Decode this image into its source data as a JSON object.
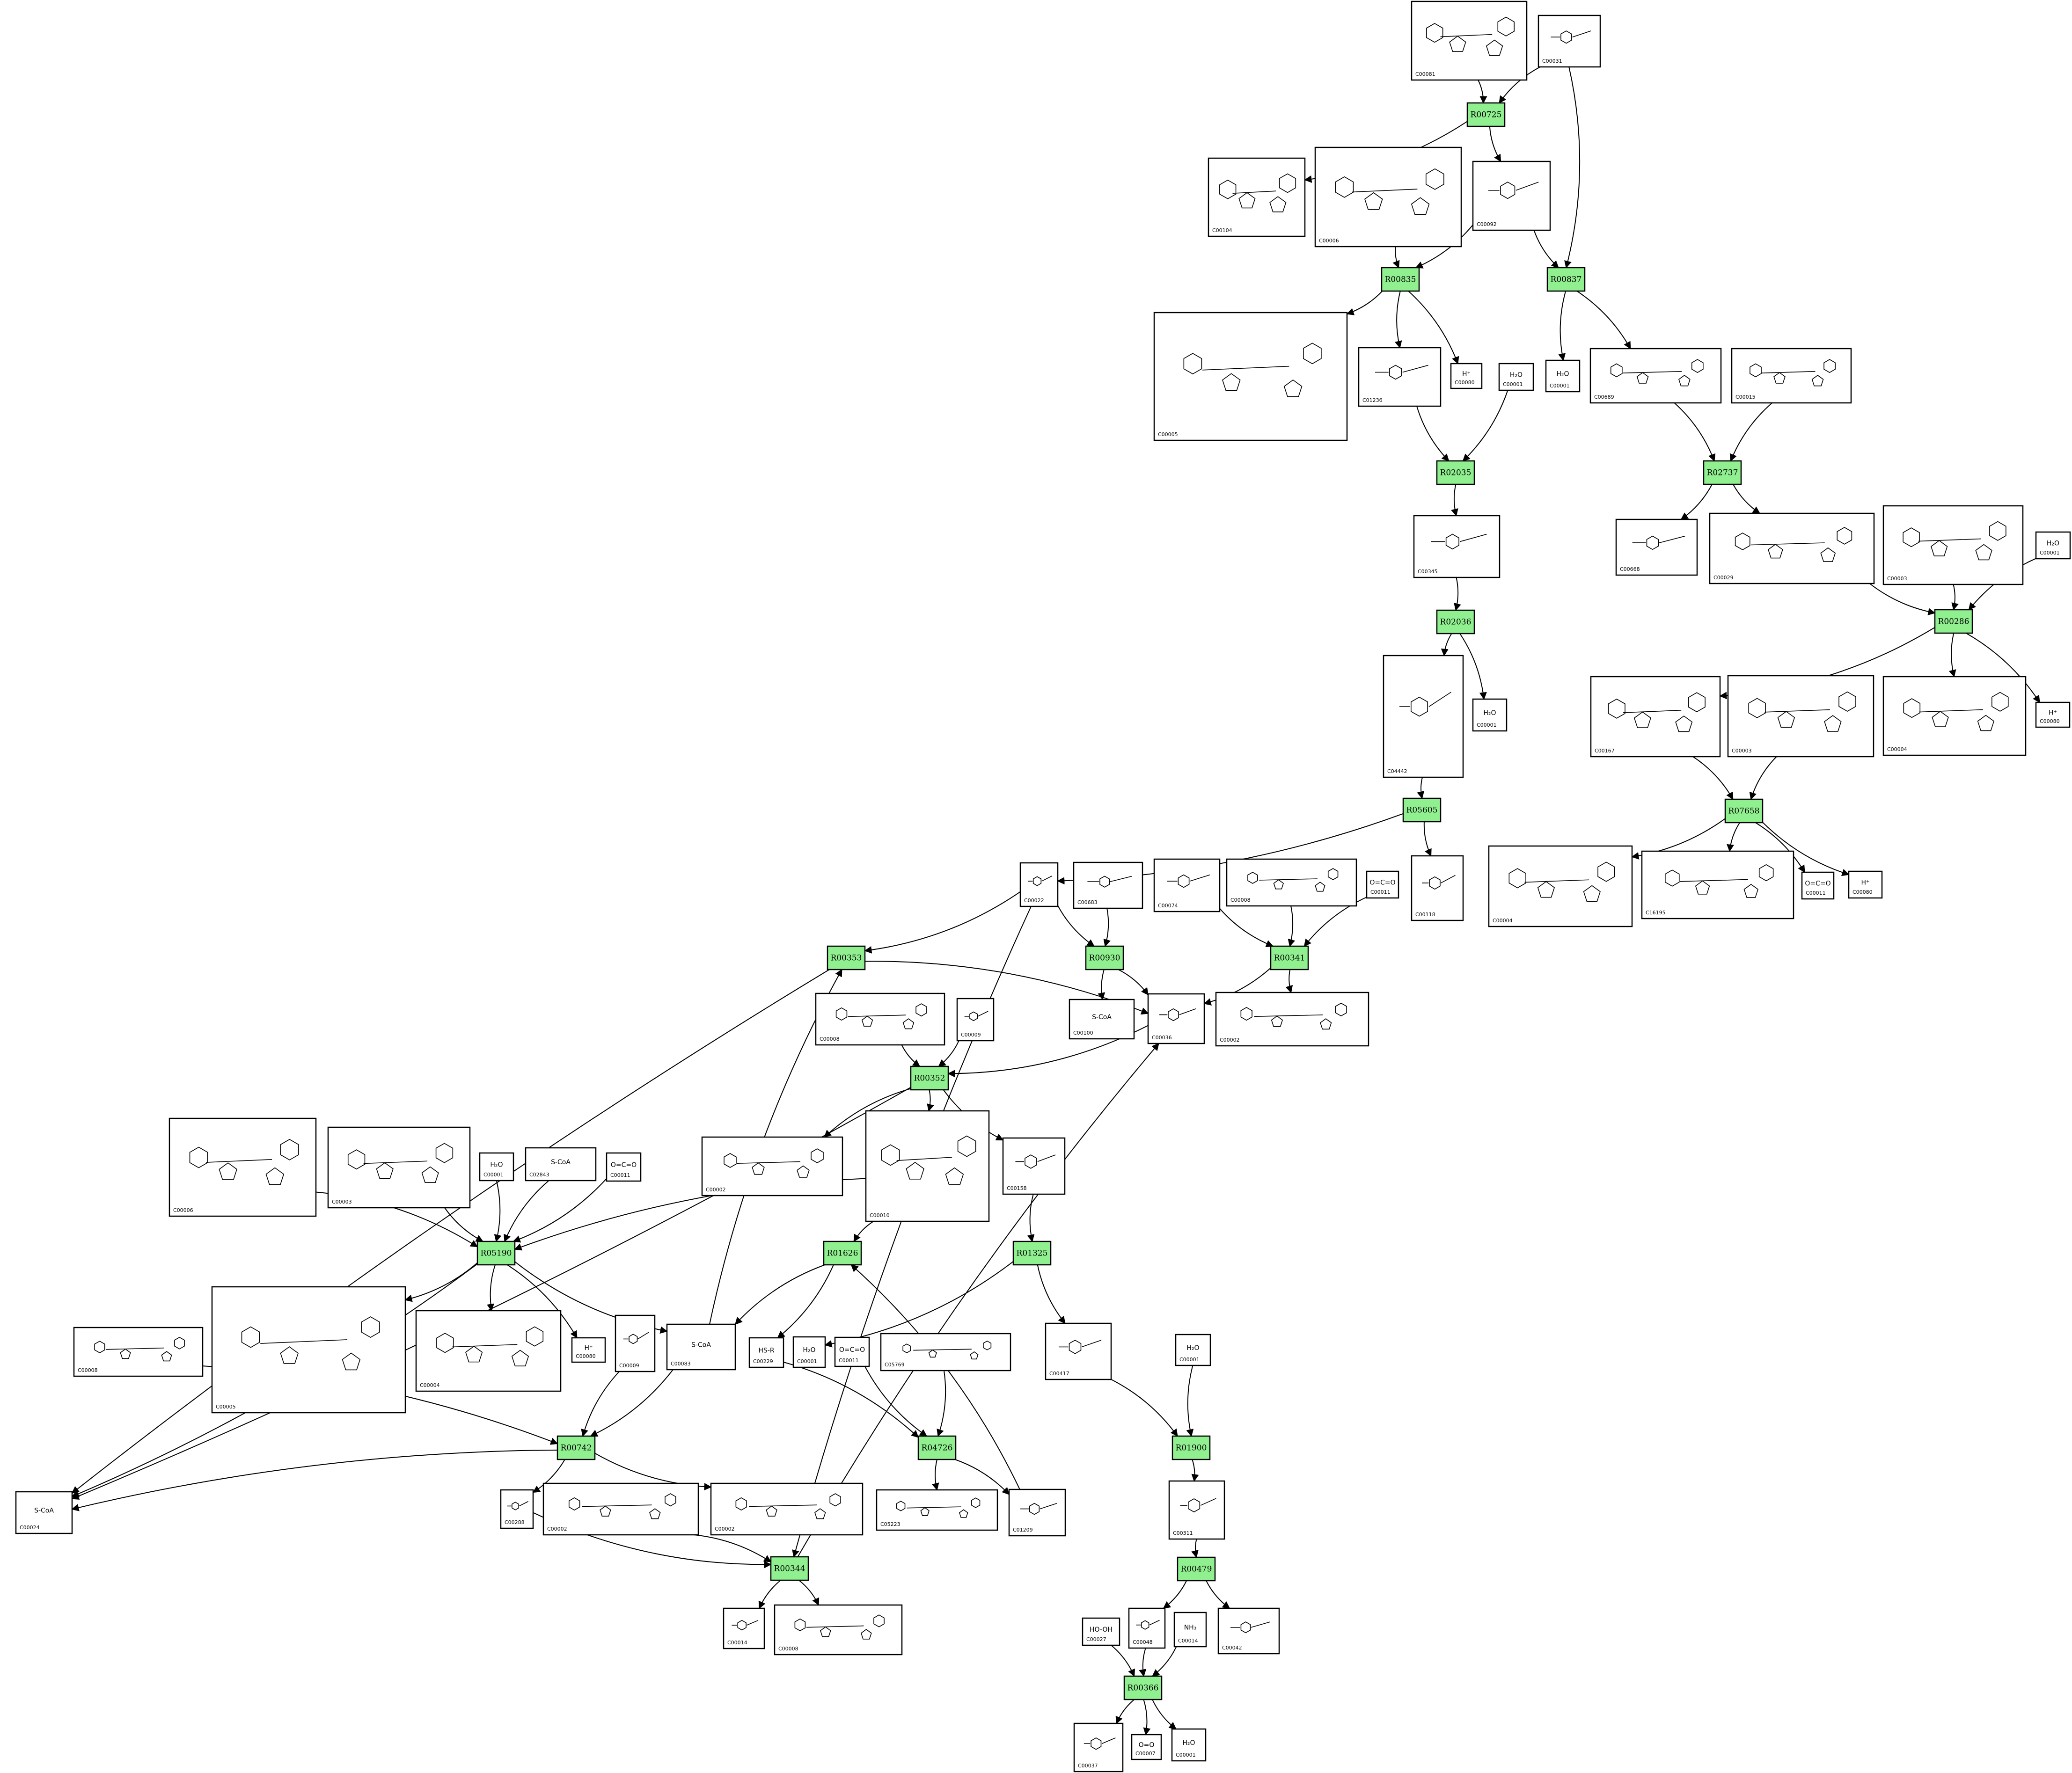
{
  "reactions": [
    {
      "id": "r1",
      "label": "R00725"
    },
    {
      "id": "r2",
      "label": "R00835"
    },
    {
      "id": "r3",
      "label": "R00837"
    },
    {
      "id": "r4",
      "label": "R02035"
    },
    {
      "id": "r5",
      "label": "R02737"
    },
    {
      "id": "r6",
      "label": "R02036"
    },
    {
      "id": "r7",
      "label": "R00286"
    },
    {
      "id": "r8",
      "label": "R05605"
    },
    {
      "id": "r9",
      "label": "R07658"
    },
    {
      "id": "r10",
      "label": "R00353"
    },
    {
      "id": "r11",
      "label": "R00930"
    },
    {
      "id": "r12",
      "label": "R00341"
    },
    {
      "id": "r13",
      "label": "R00352"
    },
    {
      "id": "r14",
      "label": "R05190"
    },
    {
      "id": "r15",
      "label": "R01626"
    },
    {
      "id": "r16",
      "label": "R01325"
    },
    {
      "id": "r17",
      "label": "R00742"
    },
    {
      "id": "r18",
      "label": "R04726"
    },
    {
      "id": "r19",
      "label": "R01900"
    },
    {
      "id": "r20",
      "label": "R00344"
    },
    {
      "id": "r21",
      "label": "R00479"
    },
    {
      "id": "r22",
      "label": "R00366"
    }
  ],
  "compounds": [
    {
      "id": "c1",
      "code": "C00081",
      "formula": ""
    },
    {
      "id": "c2",
      "code": "C00031",
      "formula": ""
    },
    {
      "id": "c3",
      "code": "C00104",
      "formula": ""
    },
    {
      "id": "c4",
      "code": "C00006",
      "formula": ""
    },
    {
      "id": "c5",
      "code": "C00092",
      "formula": ""
    },
    {
      "id": "c6",
      "code": "C00005",
      "formula": ""
    },
    {
      "id": "c7",
      "code": "C01236",
      "formula": ""
    },
    {
      "id": "c8",
      "code": "C00080",
      "formula": "H⁺"
    },
    {
      "id": "c9",
      "code": "C00001",
      "formula": "H₂O"
    },
    {
      "id": "c10",
      "code": "C00001",
      "formula": "H₂O"
    },
    {
      "id": "c11",
      "code": "C00689",
      "formula": ""
    },
    {
      "id": "c12",
      "code": "C00015",
      "formula": ""
    },
    {
      "id": "c13",
      "code": "C00345",
      "formula": ""
    },
    {
      "id": "c14",
      "code": "C00668",
      "formula": ""
    },
    {
      "id": "c15",
      "code": "C00029",
      "formula": ""
    },
    {
      "id": "c16",
      "code": "C00003",
      "formula": ""
    },
    {
      "id": "c17",
      "code": "C00001",
      "formula": "H₂O"
    },
    {
      "id": "c18",
      "code": "C04442",
      "formula": ""
    },
    {
      "id": "c19",
      "code": "C00001",
      "formula": "H₂O"
    },
    {
      "id": "c20",
      "code": "C00167",
      "formula": ""
    },
    {
      "id": "c21",
      "code": "C00003",
      "formula": ""
    },
    {
      "id": "c22",
      "code": "C00004",
      "formula": ""
    },
    {
      "id": "c23",
      "code": "C00080",
      "formula": "H⁺"
    },
    {
      "id": "c24",
      "code": "C00022",
      "formula": ""
    },
    {
      "id": "c25",
      "code": "C00683",
      "formula": ""
    },
    {
      "id": "c26",
      "code": "C00074",
      "formula": ""
    },
    {
      "id": "c27",
      "code": "C00008",
      "formula": ""
    },
    {
      "id": "c28",
      "code": "C00011",
      "formula": "O=C=O"
    },
    {
      "id": "c29",
      "code": "C00118",
      "formula": ""
    },
    {
      "id": "c30",
      "code": "C00004",
      "formula": ""
    },
    {
      "id": "c31",
      "code": "C16195",
      "formula": ""
    },
    {
      "id": "c32",
      "code": "C00011",
      "formula": "O=C=O"
    },
    {
      "id": "c33",
      "code": "C00080",
      "formula": "H⁺"
    },
    {
      "id": "c34",
      "code": "C00100",
      "formula": "S-CoA"
    },
    {
      "id": "c35",
      "code": "C00036",
      "formula": ""
    },
    {
      "id": "c36",
      "code": "C00002",
      "formula": ""
    },
    {
      "id": "c37",
      "code": "C00008",
      "formula": ""
    },
    {
      "id": "c38",
      "code": "C00009",
      "formula": ""
    },
    {
      "id": "c39",
      "code": "C00006",
      "formula": ""
    },
    {
      "id": "c40",
      "code": "C00003",
      "formula": ""
    },
    {
      "id": "c41",
      "code": "C00001",
      "formula": "H₂O"
    },
    {
      "id": "c42",
      "code": "C02843",
      "formula": "S-CoA"
    },
    {
      "id": "c43",
      "code": "C00011",
      "formula": "O=C=O"
    },
    {
      "id": "c44",
      "code": "C00002",
      "formula": ""
    },
    {
      "id": "c45",
      "code": "C00010",
      "formula": ""
    },
    {
      "id": "c46",
      "code": "C00158",
      "formula": ""
    },
    {
      "id": "c47",
      "code": "C00008",
      "formula": ""
    },
    {
      "id": "c48",
      "code": "C00005",
      "formula": ""
    },
    {
      "id": "c49",
      "code": "C00004",
      "formula": ""
    },
    {
      "id": "c50",
      "code": "C00080",
      "formula": "H⁺"
    },
    {
      "id": "c51",
      "code": "C00009",
      "formula": ""
    },
    {
      "id": "c52",
      "code": "C00083",
      "formula": "S-CoA"
    },
    {
      "id": "c53",
      "code": "C00229",
      "formula": "HS-R"
    },
    {
      "id": "c54",
      "code": "C00001",
      "formula": "H₂O"
    },
    {
      "id": "c55",
      "code": "C00011",
      "formula": "O=C=O"
    },
    {
      "id": "c56",
      "code": "C05769",
      "formula": ""
    },
    {
      "id": "c57",
      "code": "C00417",
      "formula": ""
    },
    {
      "id": "c58",
      "code": "C00001",
      "formula": "H₂O"
    },
    {
      "id": "c59",
      "code": "C00024",
      "formula": "S-CoA"
    },
    {
      "id": "c60",
      "code": "C00288",
      "formula": ""
    },
    {
      "id": "c61",
      "code": "C00002",
      "formula": ""
    },
    {
      "id": "c62",
      "code": "C00002",
      "formula": ""
    },
    {
      "id": "c63",
      "code": "C05223",
      "formula": ""
    },
    {
      "id": "c64",
      "code": "C01209",
      "formula": ""
    },
    {
      "id": "c65",
      "code": "C00311",
      "formula": ""
    },
    {
      "id": "c66",
      "code": "C00014",
      "formula": ""
    },
    {
      "id": "c67",
      "code": "C00008",
      "formula": ""
    },
    {
      "id": "c68",
      "code": "C00027",
      "formula": "HO-OH"
    },
    {
      "id": "c69",
      "code": "C00048",
      "formula": ""
    },
    {
      "id": "c70",
      "code": "C00014",
      "formula": "NH₃"
    },
    {
      "id": "c71",
      "code": "C00042",
      "formula": ""
    },
    {
      "id": "c72",
      "code": "C00037",
      "formula": ""
    },
    {
      "id": "c73",
      "code": "C00007",
      "formula": "O=O"
    },
    {
      "id": "c74",
      "code": "C00001",
      "formula": "H₂O"
    }
  ]
}
